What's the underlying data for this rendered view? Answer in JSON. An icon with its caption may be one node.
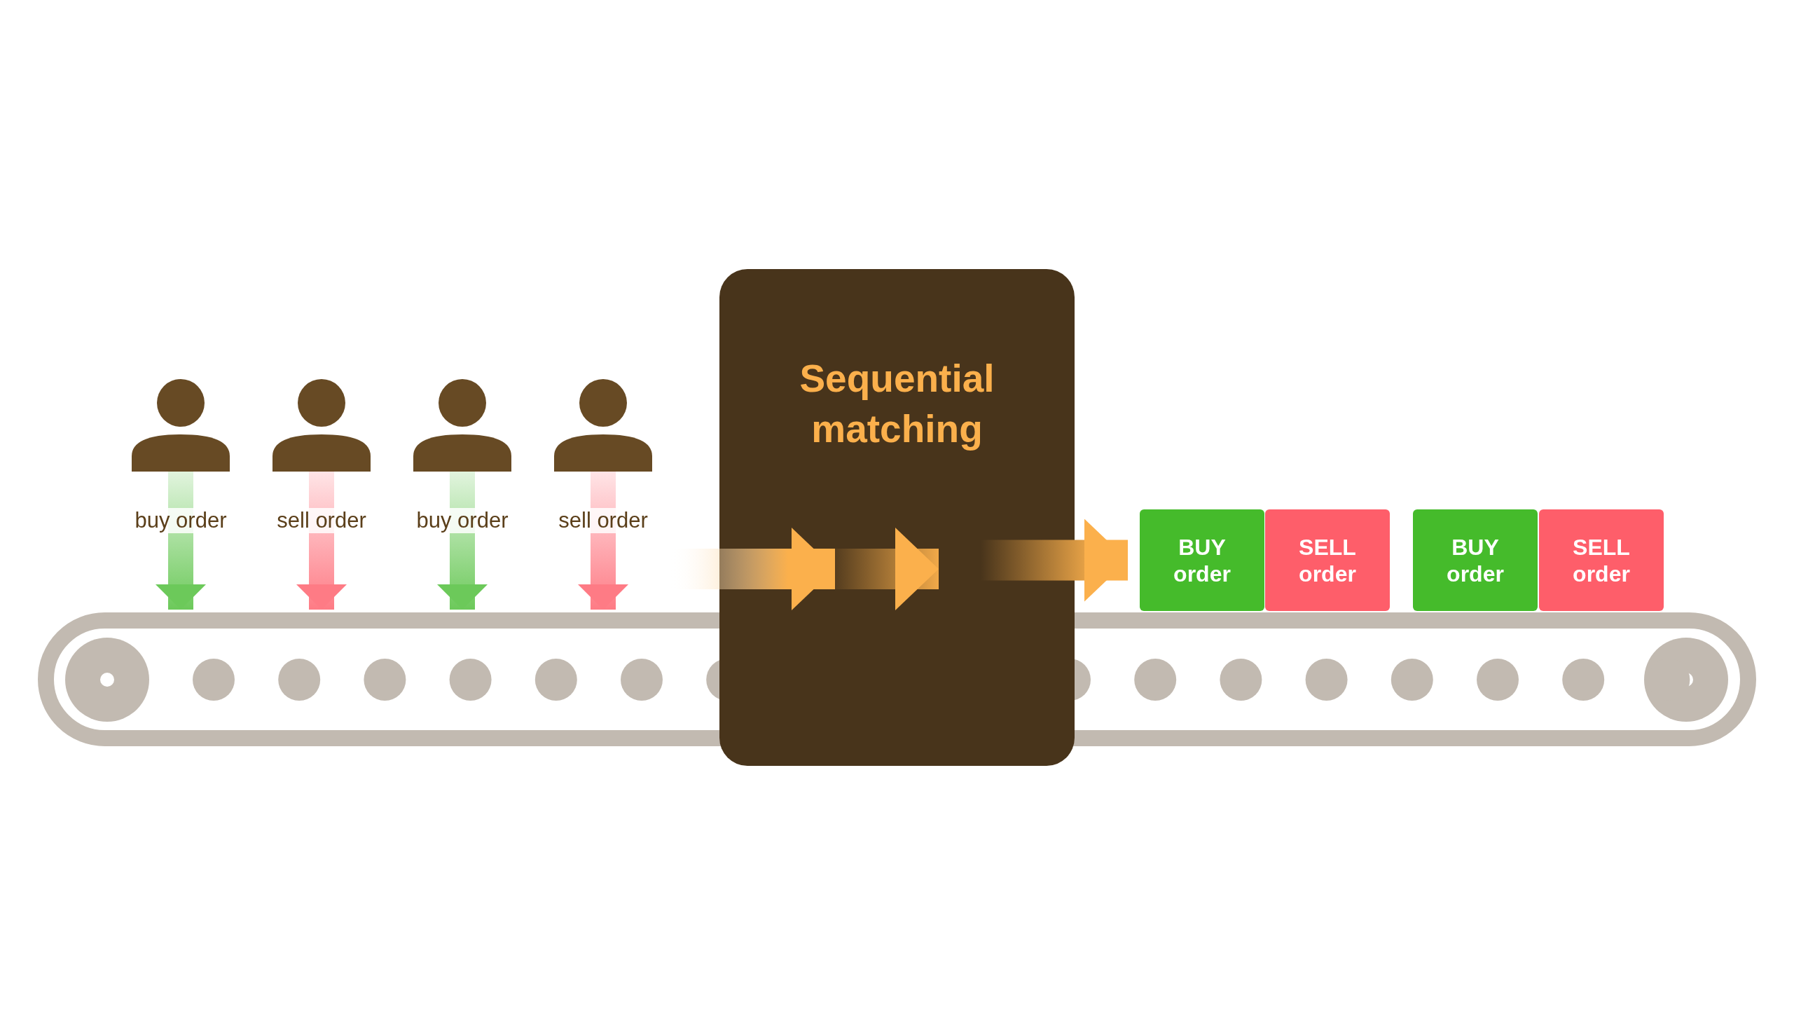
{
  "diagram": {
    "nodes": [
      {
        "text": [],
        "shape": "person"
      },
      {
        "text": [],
        "shape": "person"
      },
      {
        "text": [],
        "shape": "person"
      },
      {
        "text": [],
        "shape": "person"
      },
      {
        "text": [
          "Sequential matching"
        ]
      },
      {
        "text": [
          "BUY order"
        ]
      },
      {
        "text": [
          "SELL order"
        ]
      },
      {
        "text": [
          "BUY order"
        ]
      },
      {
        "text": [
          "SELL order"
        ]
      },
      {
        "text": [],
        "shape": "bar"
      }
    ],
    "edges": [
      {
        "from": 0,
        "to": 9,
        "arrow": "to",
        "label": "buy order",
        "style": "thick",
        "color": "#6cc95a"
      },
      {
        "from": 1,
        "to": 9,
        "arrow": "to",
        "label": "sell order",
        "style": "thick",
        "color": "#fe7b85"
      },
      {
        "from": 2,
        "to": 9,
        "arrow": "to",
        "label": "buy order",
        "style": "thick",
        "color": "#6cc95a"
      },
      {
        "from": 3,
        "to": 9,
        "arrow": "to",
        "label": "sell order",
        "style": "thick",
        "color": "#fe7b85"
      },
      {
        "from": null,
        "to": 4,
        "arrow": "to",
        "style": "thick",
        "color": "#fbb04c"
      },
      {
        "from": 4,
        "to": 5,
        "arrow": "to",
        "style": "thick",
        "color": "#fbb04c"
      }
    ]
  }
}
